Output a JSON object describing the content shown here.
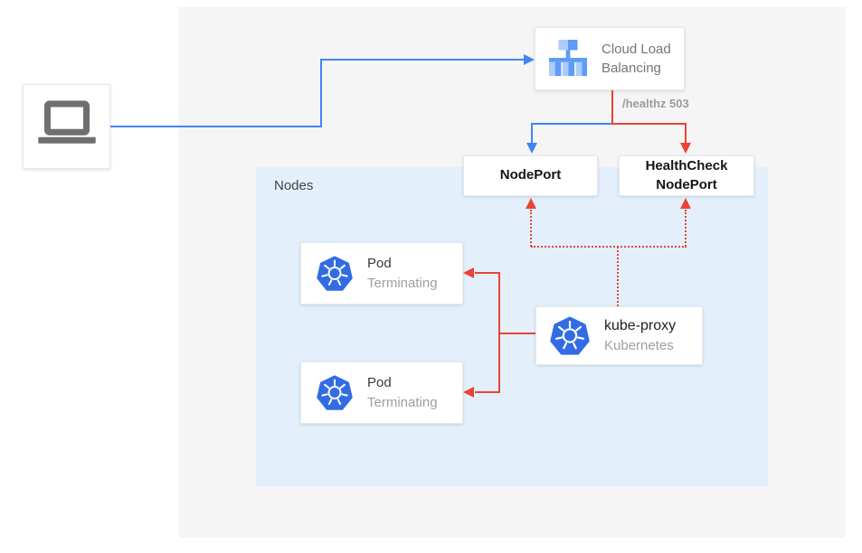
{
  "colors": {
    "blue": "#4285f4",
    "red": "#ea4335",
    "background_panel": "#f5f5f5",
    "nodes_panel": "#e3f0fc",
    "kubernetes_blue": "#326ce5",
    "clb_icon_light": "#aecbfa",
    "clb_icon_medium": "#5e9bf7",
    "laptop_gray": "#6f6f6f"
  },
  "client": {
    "icon": "laptop-icon"
  },
  "cloud_load_balancing": {
    "label_line1": "Cloud Load",
    "label_line2": "Balancing"
  },
  "health_check_annotation": "/healthz 503",
  "node_port": {
    "label": "NodePort"
  },
  "health_check_node_port": {
    "label_line1": "HealthCheck",
    "label_line2": "NodePort"
  },
  "nodes_panel": {
    "label": "Nodes"
  },
  "pods": [
    {
      "title": "Pod",
      "subtitle": "Terminating"
    },
    {
      "title": "Pod",
      "subtitle": "Terminating"
    }
  ],
  "kube_proxy": {
    "title": "kube-proxy",
    "subtitle": "Kubernetes"
  }
}
